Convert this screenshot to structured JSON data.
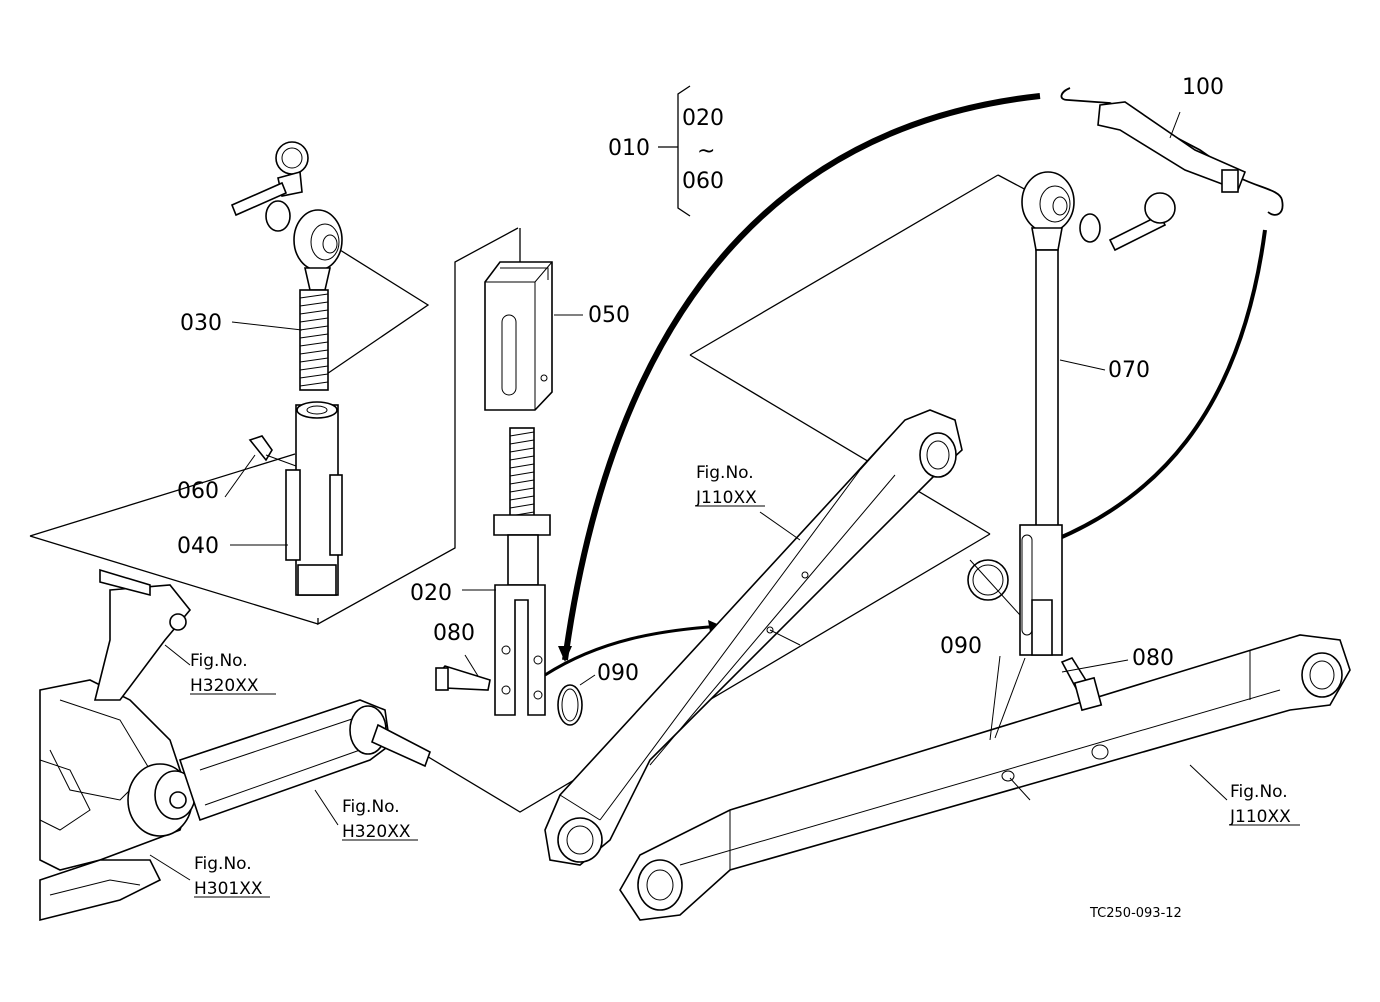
{
  "labels": {
    "p010": "010",
    "p020_range": "020",
    "tilde": "~",
    "p060_range": "060",
    "p030": "030",
    "p060": "060",
    "p040": "040",
    "p050": "050",
    "p020": "020",
    "p080_left": "080",
    "p090_left": "090",
    "p070": "070",
    "p100": "100",
    "p090_right": "090",
    "p080_right": "080"
  },
  "fig_refs": {
    "h320_upper": {
      "title": "Fig.No.",
      "code": "H320XX"
    },
    "h320_lower": {
      "title": "Fig.No.",
      "code": "H320XX"
    },
    "h301": {
      "title": "Fig.No.",
      "code": "H301XX"
    },
    "j110_center": {
      "title": "Fig.No.",
      "code": "J110XX"
    },
    "j110_right": {
      "title": "Fig.No.",
      "code": "J110XX"
    }
  },
  "drawing_code": "TC250-093-12"
}
